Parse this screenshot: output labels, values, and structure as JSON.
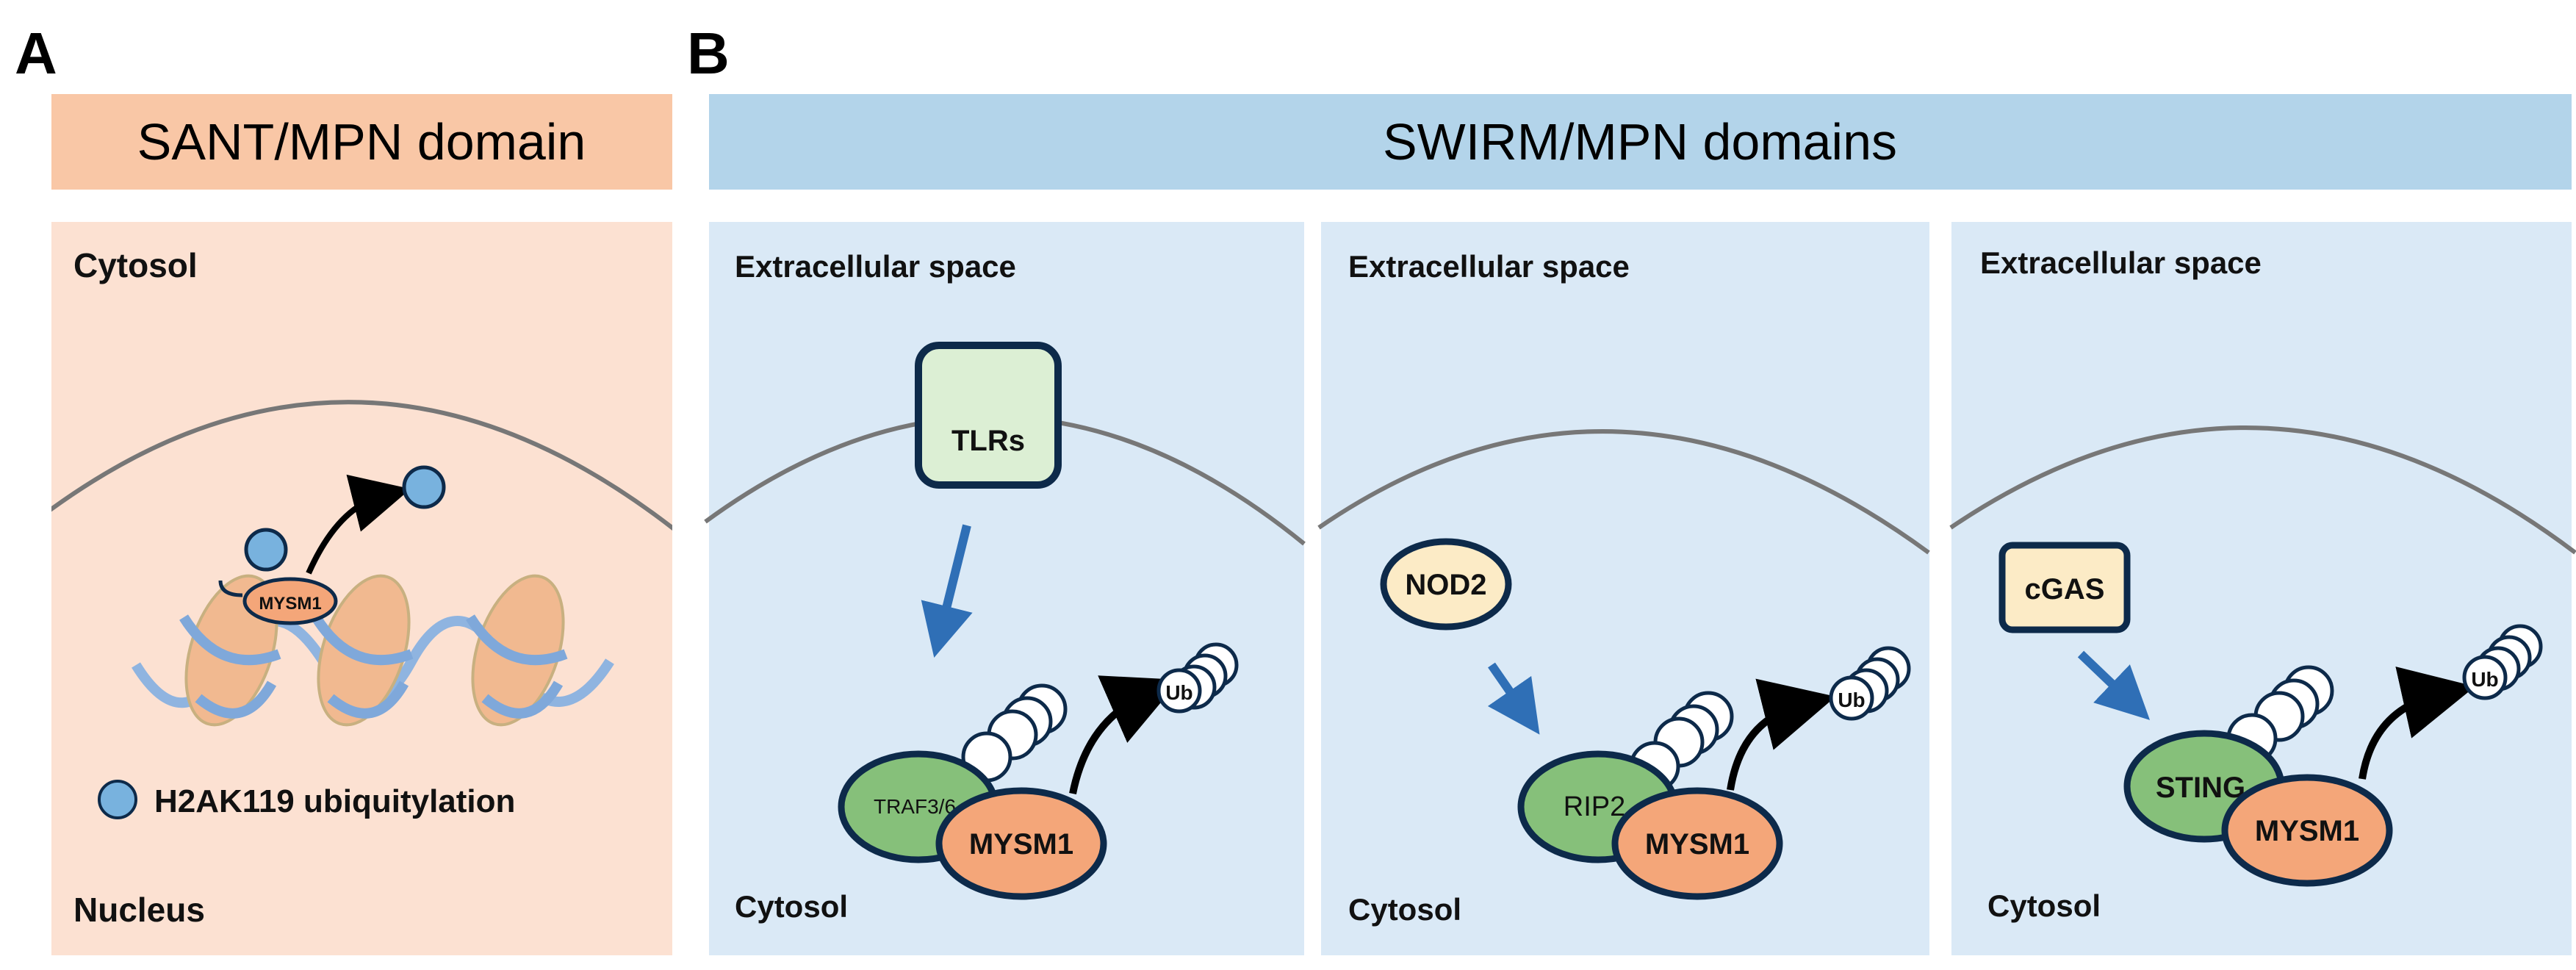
{
  "panel_a": {
    "letter": "A",
    "header": "SANT/MPN domain",
    "top_label": "Cytosol",
    "bottom_label": "Nucleus",
    "enzyme": "MYSM1",
    "legend": "H2AK119 ubiquitylation"
  },
  "panel_b": {
    "letter": "B",
    "header": "SWIRM/MPN domains",
    "sub1": {
      "top_label": "Extracellular space",
      "bottom_label": "Cytosol",
      "receptor": "TLRs",
      "adaptor": "TRAF3/6",
      "enzyme": "MYSM1",
      "ub": "Ub"
    },
    "sub2": {
      "top_label": "Extracellular space",
      "bottom_label": "Cytosol",
      "receptor": "NOD2",
      "adaptor": "RIP2",
      "enzyme": "MYSM1",
      "ub": "Ub"
    },
    "sub3": {
      "top_label": "Extracellular space",
      "bottom_label": "Cytosol",
      "receptor": "cGAS",
      "adaptor": "STING",
      "enzyme": "MYSM1",
      "ub": "Ub"
    }
  },
  "colors": {
    "peach_header": "#F9C7A6",
    "peach_panel": "#FCE1D2",
    "blue_header": "#B3D4EA",
    "blue_panel": "#DAE9F6",
    "green": "#86C07A",
    "orange": "#F4A679",
    "navy": "#0D2A4A",
    "arrow_blue": "#2F6FB6",
    "ub_blue": "#78B2DE"
  }
}
